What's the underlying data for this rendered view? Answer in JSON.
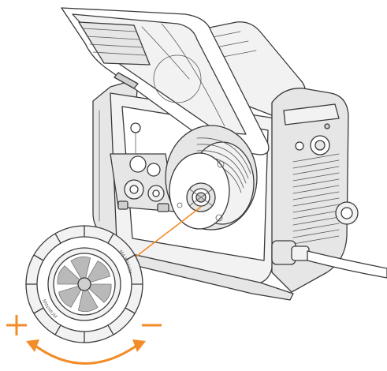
{
  "illustration": {
    "subject": "welding-machine-wire-spool-brake",
    "knob_label_right": "MAXIMUM",
    "knob_label_left": "MINIMUM"
  },
  "colors": {
    "accent": "#F28C28",
    "line": "#3a3a3a",
    "panel": "#f2f2f2",
    "paddle": "#b9b9b9"
  },
  "indicators": {
    "increase_symbol": "+",
    "decrease_symbol": "−",
    "rotation_arrow": "curved-double-arrow-icon"
  }
}
